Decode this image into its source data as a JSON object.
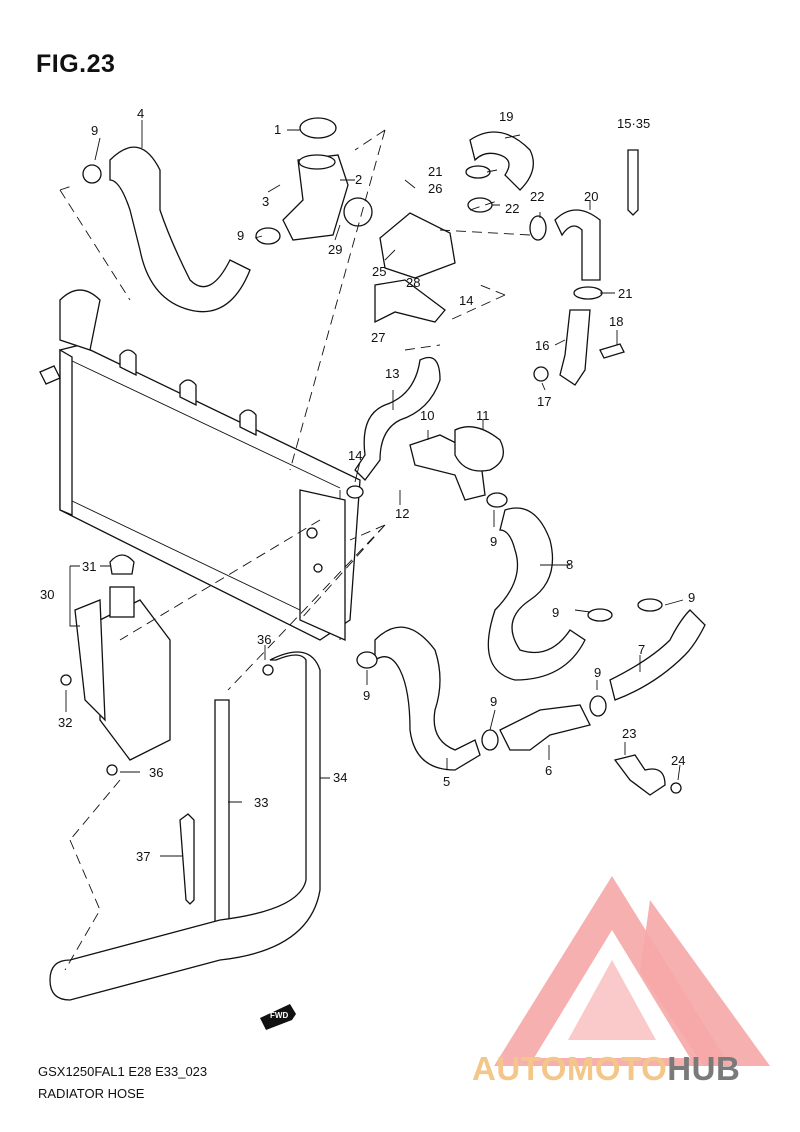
{
  "figure": {
    "title": "FIG.23"
  },
  "footer": {
    "code": "GSX1250FAL1 E28 E33_023",
    "name": "RADIATOR HOSE"
  },
  "direction_badge": {
    "label": "FWD"
  },
  "watermark": {
    "part1": "AUTOMOTO",
    "part2": "HUB",
    "color_primary": "#f2a0a0",
    "color_secondary": "#7a7a7a",
    "color_tertiary": "#f5c68a"
  },
  "callouts": [
    {
      "id": "c-1",
      "label": "1"
    },
    {
      "id": "c-2",
      "label": "2"
    },
    {
      "id": "c-3",
      "label": "3"
    },
    {
      "id": "c-4",
      "label": "4"
    },
    {
      "id": "c-5",
      "label": "5"
    },
    {
      "id": "c-6",
      "label": "6"
    },
    {
      "id": "c-7",
      "label": "7"
    },
    {
      "id": "c-8",
      "label": "8"
    },
    {
      "id": "c-9a",
      "label": "9"
    },
    {
      "id": "c-9b",
      "label": "9"
    },
    {
      "id": "c-9c",
      "label": "9"
    },
    {
      "id": "c-9d",
      "label": "9"
    },
    {
      "id": "c-9e",
      "label": "9"
    },
    {
      "id": "c-9f",
      "label": "9"
    },
    {
      "id": "c-9g",
      "label": "9"
    },
    {
      "id": "c-9h",
      "label": "9"
    },
    {
      "id": "c-10",
      "label": "10"
    },
    {
      "id": "c-11",
      "label": "11"
    },
    {
      "id": "c-12",
      "label": "12"
    },
    {
      "id": "c-13",
      "label": "13"
    },
    {
      "id": "c-14a",
      "label": "14"
    },
    {
      "id": "c-14b",
      "label": "14"
    },
    {
      "id": "c-15",
      "label": "15·35"
    },
    {
      "id": "c-16",
      "label": "16"
    },
    {
      "id": "c-17",
      "label": "17"
    },
    {
      "id": "c-18",
      "label": "18"
    },
    {
      "id": "c-19",
      "label": "19"
    },
    {
      "id": "c-20",
      "label": "20"
    },
    {
      "id": "c-21a",
      "label": "21"
    },
    {
      "id": "c-21b",
      "label": "21"
    },
    {
      "id": "c-22a",
      "label": "22"
    },
    {
      "id": "c-22b",
      "label": "22"
    },
    {
      "id": "c-23",
      "label": "23"
    },
    {
      "id": "c-24",
      "label": "24"
    },
    {
      "id": "c-25",
      "label": "25"
    },
    {
      "id": "c-26",
      "label": "26"
    },
    {
      "id": "c-27",
      "label": "27"
    },
    {
      "id": "c-28",
      "label": "28"
    },
    {
      "id": "c-29",
      "label": "29"
    },
    {
      "id": "c-30",
      "label": "30"
    },
    {
      "id": "c-31",
      "label": "31"
    },
    {
      "id": "c-32",
      "label": "32"
    },
    {
      "id": "c-33",
      "label": "33"
    },
    {
      "id": "c-34",
      "label": "34"
    },
    {
      "id": "c-36a",
      "label": "36"
    },
    {
      "id": "c-36b",
      "label": "36"
    },
    {
      "id": "c-37",
      "label": "37"
    }
  ]
}
